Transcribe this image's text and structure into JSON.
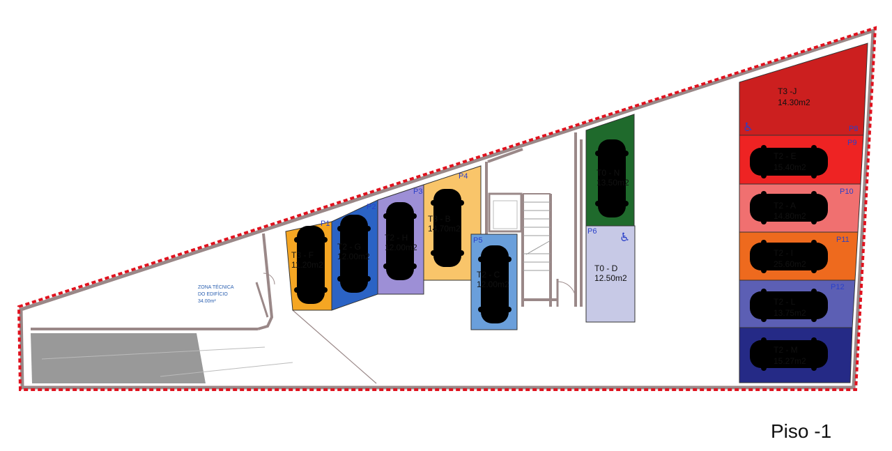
{
  "floor_title": "Piso -1",
  "technical_zone": {
    "line1": "ZONA TÉCNICA",
    "line2": "DO EDIFÍCIO",
    "area": "34.00m²"
  },
  "spaces": [
    {
      "id": "P1",
      "unit": "T3 - F",
      "area": "11.20m2",
      "color": "#f5a623"
    },
    {
      "id": "P2",
      "unit": "T2 - G",
      "area": "12.00m2",
      "color": "#2b63c5"
    },
    {
      "id": "P3",
      "unit": "T2 - H",
      "area": "12.00m2",
      "color": "#9d8fd6"
    },
    {
      "id": "P4",
      "unit": "T3 - B",
      "area": "14.70m2",
      "color": "#f9c56a"
    },
    {
      "id": "P5",
      "unit": "T2 - C",
      "area": "12.00m2",
      "color": "#6a9fdb"
    },
    {
      "id": "P6",
      "unit": "T0 - D",
      "area": "12.50m2",
      "color": "#c7c9e6"
    },
    {
      "id": "",
      "unit": "T0 - N",
      "area": "13.50m2",
      "color": "#1f6a2c"
    },
    {
      "id": "P8",
      "unit": "T3 -J",
      "area": "14.30m2",
      "color": "#cc1f1f"
    },
    {
      "id": "P9",
      "unit": "T2 - E",
      "area": "15.40m2",
      "color": "#ee2323"
    },
    {
      "id": "P10",
      "unit": "T2 - A",
      "area": "14.80m2",
      "color": "#f07070"
    },
    {
      "id": "P11",
      "unit": "T2 - I",
      "area": "25.60m2",
      "color": "#ee6a1e"
    },
    {
      "id": "P12",
      "unit": "T2 - L",
      "area": "13.75m2",
      "color": "#5c5fb4"
    },
    {
      "id": "",
      "unit": "T2 - M",
      "area": "15.27m2",
      "color": "#252a86"
    }
  ],
  "colors": {
    "boundary": "#e0121e",
    "wall": "#9a8888",
    "ramp": "#999999",
    "car_outline": "#22c7c7",
    "accessible": "#2a40c8"
  },
  "icons": [
    "accessible-parking-icon",
    "car-icon"
  ]
}
